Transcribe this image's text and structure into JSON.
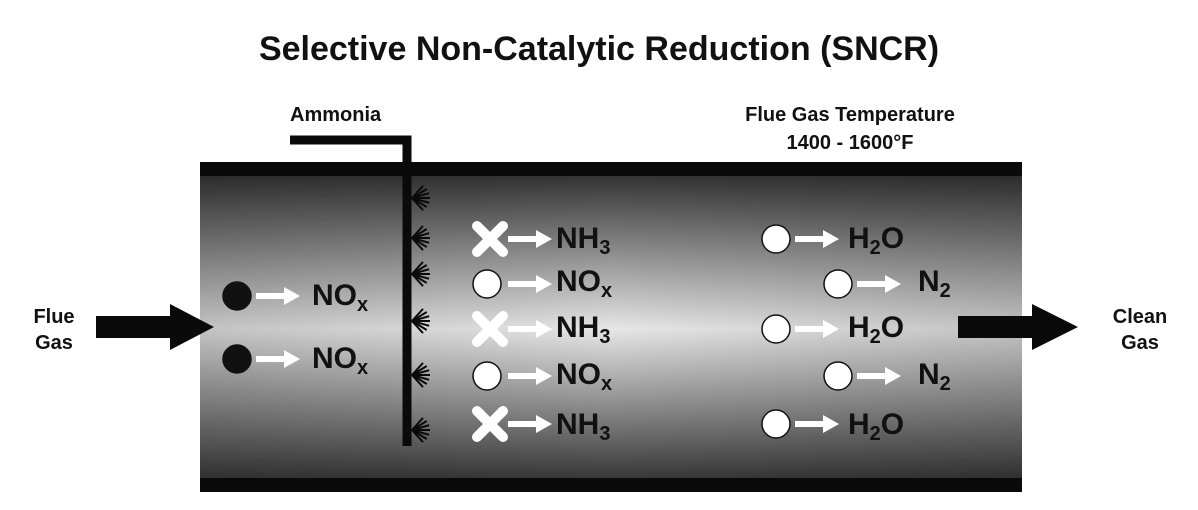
{
  "title": "Selective Non-Catalytic Reduction (SNCR)",
  "labels": {
    "ammonia": "Ammonia",
    "temperature_line1": "Flue Gas Temperature",
    "temperature_line2": "1400 - 1600°F",
    "flue_gas_line1": "Flue",
    "flue_gas_line2": "Gas",
    "clean_gas_line1": "Clean",
    "clean_gas_line2": "Gas"
  },
  "inlet": [
    {
      "formula": "NO",
      "sub": "x"
    },
    {
      "formula": "NO",
      "sub": "x"
    }
  ],
  "injection": [
    {
      "formula": "NH",
      "sub": "3"
    },
    {
      "formula": "NO",
      "sub": "x"
    },
    {
      "formula": "NH",
      "sub": "3"
    },
    {
      "formula": "NO",
      "sub": "x"
    },
    {
      "formula": "NH",
      "sub": "3"
    }
  ],
  "products": [
    {
      "formula": "H",
      "sub": "2",
      "tail": "O"
    },
    {
      "formula": "N",
      "sub": "2",
      "tail": ""
    },
    {
      "formula": "H",
      "sub": "2",
      "tail": "O"
    },
    {
      "formula": "N",
      "sub": "2",
      "tail": ""
    },
    {
      "formula": "H",
      "sub": "2",
      "tail": "O"
    }
  ]
}
